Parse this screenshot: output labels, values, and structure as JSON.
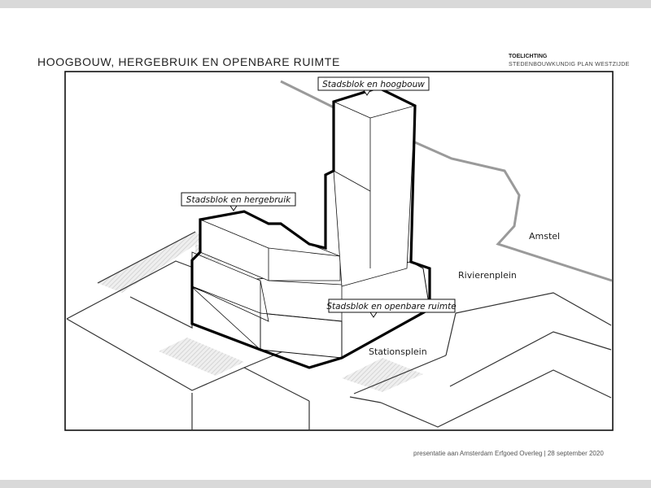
{
  "header": {
    "title": "HOOGBOUW, HERGEBRUIK EN OPENBARE RUIMTE",
    "note_heading": "TOELICHTING",
    "note_subtitle": "STEDENBOUWKUNDIG PLAN WESTZIJDE"
  },
  "callouts": {
    "highrise": "Stadsblok en hoogbouw",
    "reuse": "Stadsblok en hergebruik",
    "public_space": "Stadsblok en openbare ruimte"
  },
  "places": {
    "amstel": "Amstel",
    "rivierenplein": "Rivierenplein",
    "stationsplein": "Stationsplein"
  },
  "footer": "presentatie aan Amsterdam Erfgoed Overleg | 28 september 2020",
  "colors": {
    "river_line": "#9a9a9a",
    "outline": "#111111",
    "hatch": "#dcdcdc"
  }
}
